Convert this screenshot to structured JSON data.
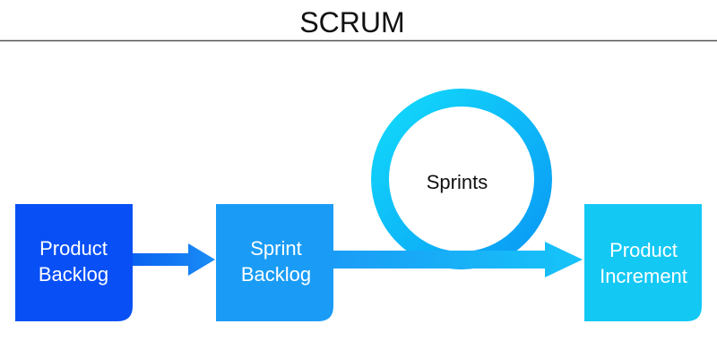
{
  "title": "SCRUM",
  "nodes": {
    "product_backlog": {
      "line1": "Product",
      "line2": "Backlog",
      "color": "#0850f5"
    },
    "sprint_backlog": {
      "line1": "Sprint",
      "line2": "Backlog",
      "color": "#1a9cf6"
    },
    "product_increment": {
      "line1": "Product",
      "line2": "Increment",
      "color": "#14c8f4"
    }
  },
  "loop": {
    "label": "Sprints"
  },
  "colors": {
    "arrow_start": "#0a62f0",
    "arrow_end": "#15b4f8",
    "loop_start": "#12dafb",
    "loop_end": "#0a98f4",
    "rule": "#555555"
  }
}
